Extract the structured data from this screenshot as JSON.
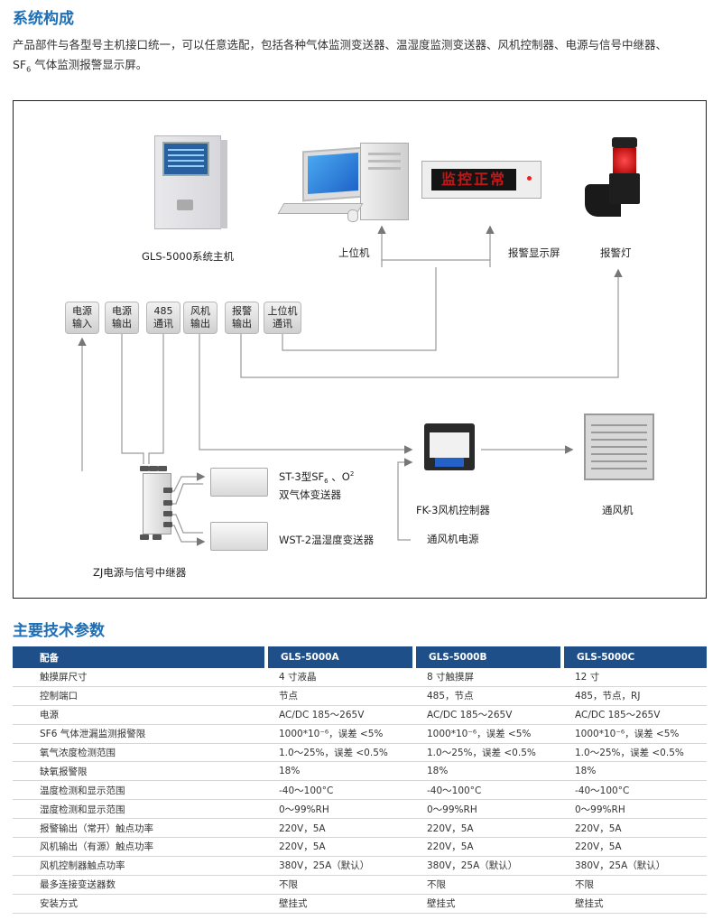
{
  "section1": {
    "title": "系统构成",
    "intro_line1": "产品部件与各型号主机接口统一，可以任意选配，包括各种气体监测变送器、温湿度监测变送器、风机控制器、电源与信号中继器、",
    "intro_line2_pre": "SF",
    "intro_line2_sub": "6",
    "intro_line2_post": " 气体监测报警显示屏。"
  },
  "diagram": {
    "host_label": "GLS-5000系统主机",
    "pc_label": "上位机",
    "display_label": "报警显示屏",
    "display_text": "监控正常",
    "lamp_label": "报警灯",
    "ports": [
      {
        "l1": "电源",
        "l2": "输入"
      },
      {
        "l1": "电源",
        "l2": "输出"
      },
      {
        "l1": "485",
        "l2": "通讯"
      },
      {
        "l1": "风机",
        "l2": "输出"
      },
      {
        "l1": "报警",
        "l2": "输出"
      },
      {
        "l1": "上位机",
        "l2": "通讯"
      }
    ],
    "relay_label": "ZJ电源与信号中继器",
    "st3_pre": "ST-3型SF",
    "st3_sub": "6",
    "st3_mid": " 、O",
    "st3_sup": "2",
    "st3_line2": "双气体变送器",
    "wst2_label": "WST-2温湿度变送器",
    "fk3_label": "FK-3风机控制器",
    "fan_power_label": "通风机电源",
    "fan_label": "通风机"
  },
  "section2": {
    "title": "主要技术参数"
  },
  "spec_table": {
    "headers": [
      "配备",
      "GLS-5000A",
      "GLS-5000B",
      "GLS-5000C"
    ],
    "rows": [
      [
        "触摸屏尺寸",
        "4 寸液晶",
        "8 寸触摸屏",
        "12 寸"
      ],
      [
        "控制端口",
        "节点",
        "485，节点",
        "485，节点，RJ"
      ],
      [
        "电源",
        "AC/DC  185～265V",
        "AC/DC  185～265V",
        "AC/DC  185～265V"
      ],
      [
        "SF6 气体泄漏监测报警限",
        "1000*10⁻⁶，误差 <5%",
        "1000*10⁻⁶，误差 <5%",
        "1000*10⁻⁶，误差 <5%"
      ],
      [
        "氧气浓度检测范围",
        "1.0～25%，误差 <0.5%",
        "1.0～25%，误差 <0.5%",
        "1.0～25%，误差 <0.5%"
      ],
      [
        "缺氧报警限",
        "18%",
        "18%",
        "18%"
      ],
      [
        "温度检测和显示范围",
        "-40～100°C",
        "-40～100°C",
        "-40～100°C"
      ],
      [
        "湿度检测和显示范围",
        "0～99%RH",
        "0～99%RH",
        "0～99%RH"
      ],
      [
        "报警输出（常开）触点功率",
        "220V，5A",
        "220V，5A",
        "220V，5A"
      ],
      [
        "风机输出（有源）触点功率",
        "220V，5A",
        "220V，5A",
        "220V，5A"
      ],
      [
        "风机控制器触点功率",
        "380V，25A（默认）",
        "380V，25A（默认）",
        "380V，25A（默认）"
      ],
      [
        "最多连接变送器数",
        "不限",
        "不限",
        "不限"
      ],
      [
        "安装方式",
        "壁挂式",
        "壁挂式",
        "壁挂式"
      ]
    ]
  },
  "colors": {
    "accent": "#1e6fb5",
    "table_header": "#1f4f88"
  }
}
